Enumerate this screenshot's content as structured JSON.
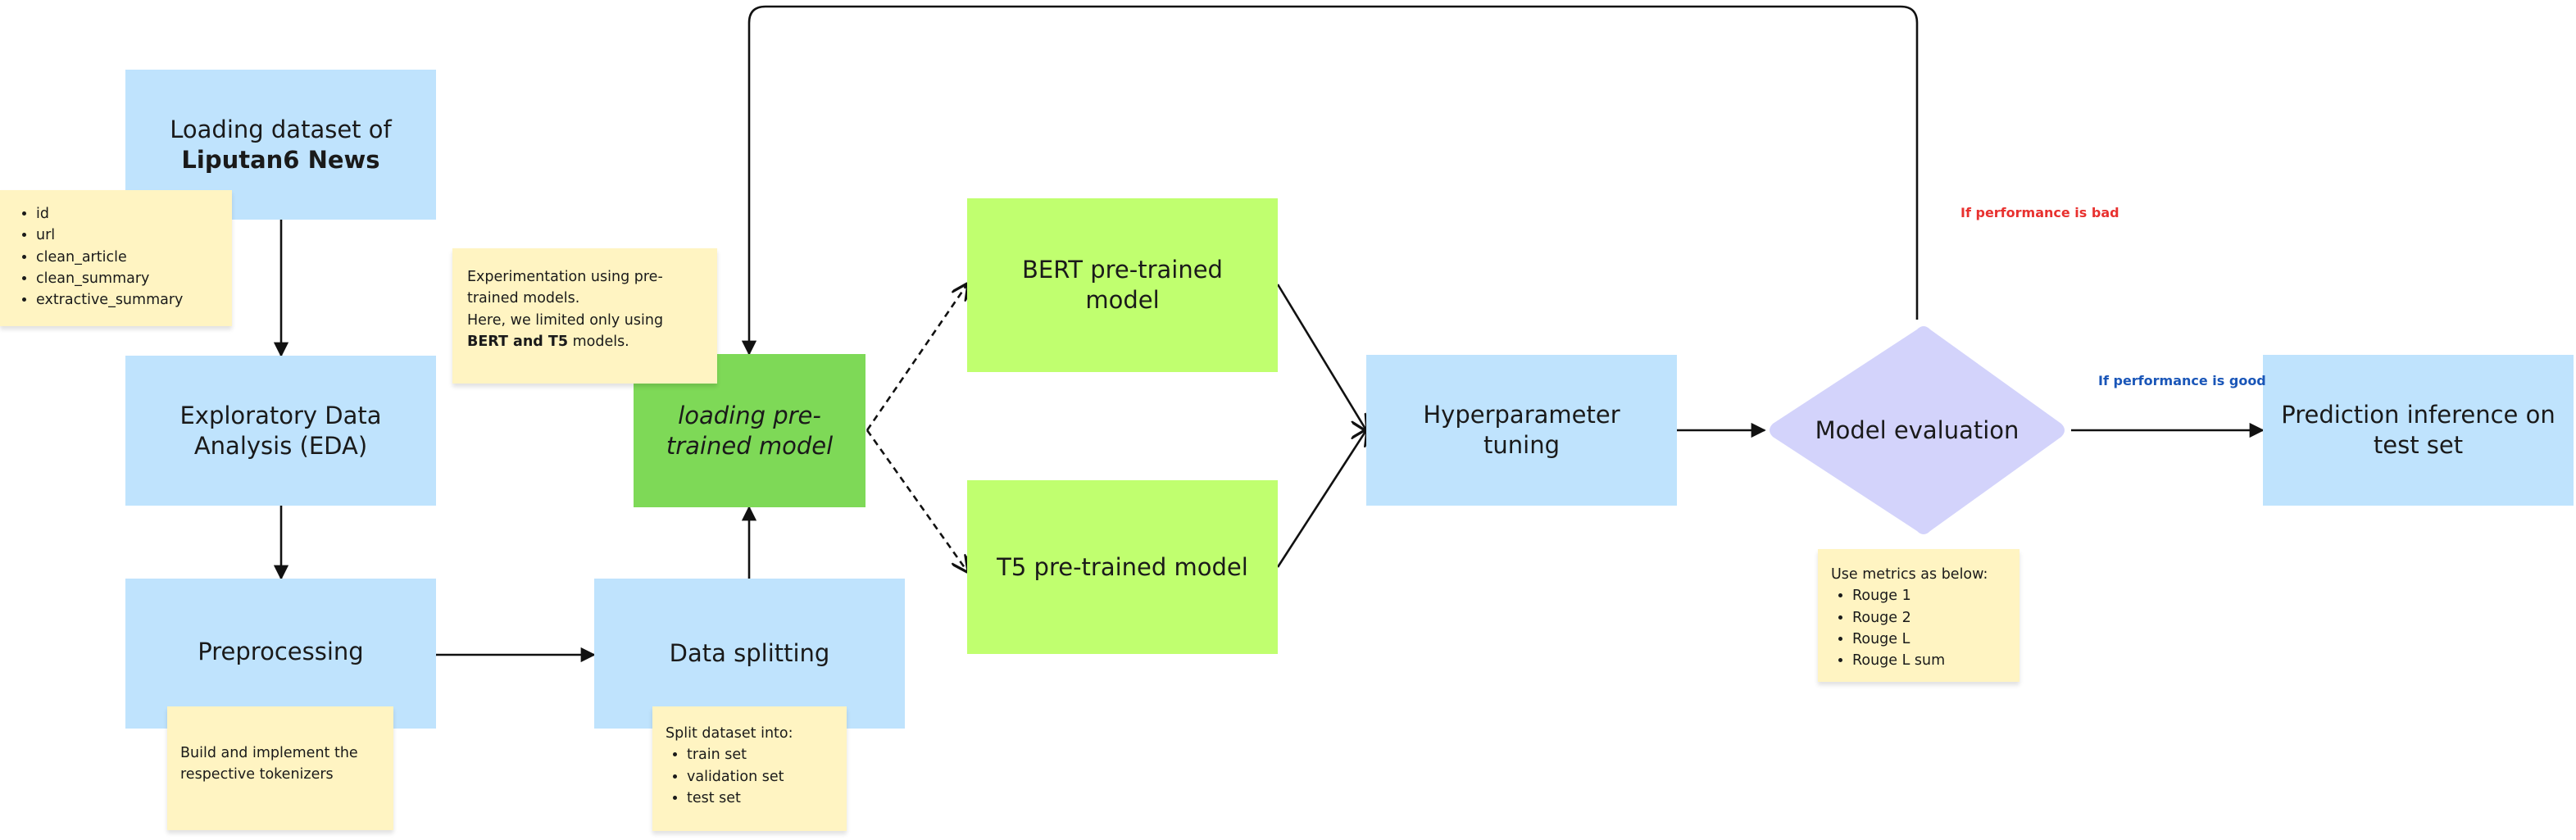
{
  "nodes": {
    "loading_dataset": {
      "line1": "Loading dataset of",
      "line2": "Liputan6 News"
    },
    "eda": {
      "label": "Exploratory Data Analysis (EDA)"
    },
    "preprocessing": {
      "label": "Preprocessing"
    },
    "data_splitting": {
      "label": "Data splitting"
    },
    "loading_pretrained": {
      "label": "loading pre-trained model"
    },
    "bert": {
      "label": "BERT pre-trained model"
    },
    "t5": {
      "label": "T5 pre-trained model"
    },
    "hyperparameter": {
      "label": "Hyperparameter tuning"
    },
    "model_evaluation": {
      "label": "Model evaluation"
    },
    "prediction": {
      "label": "Prediction inference on test set"
    }
  },
  "notes": {
    "dataset_fields": {
      "items": [
        "id",
        "url",
        "clean_article",
        "clean_summary",
        "extractive_summary"
      ]
    },
    "experimentation": {
      "line1": "Experimentation using pre-trained models.",
      "line2_prefix": "Here, we limited only using ",
      "line2_bold": "BERT and T5",
      "line2_suffix": " models."
    },
    "tokenizers": {
      "text": "Build and implement the respective tokenizers"
    },
    "split": {
      "heading": "Split dataset into:",
      "items": [
        "train set",
        "validation set",
        "test set"
      ]
    },
    "metrics": {
      "heading": "Use metrics as below:",
      "items": [
        "Rouge 1",
        "Rouge 2",
        "Rouge L",
        "Rouge L sum"
      ]
    }
  },
  "edge_labels": {
    "bad": {
      "text": "If performance is bad",
      "color": "#e8312f"
    },
    "good": {
      "text": "If performance is good",
      "color": "#1a56b8"
    }
  },
  "colors": {
    "blue_box": "#bfe3fd",
    "lime_box": "#c0ff6f",
    "green_box": "#7ed957",
    "diamond": "#d3d3fb",
    "sticky": "#fff4c2"
  }
}
